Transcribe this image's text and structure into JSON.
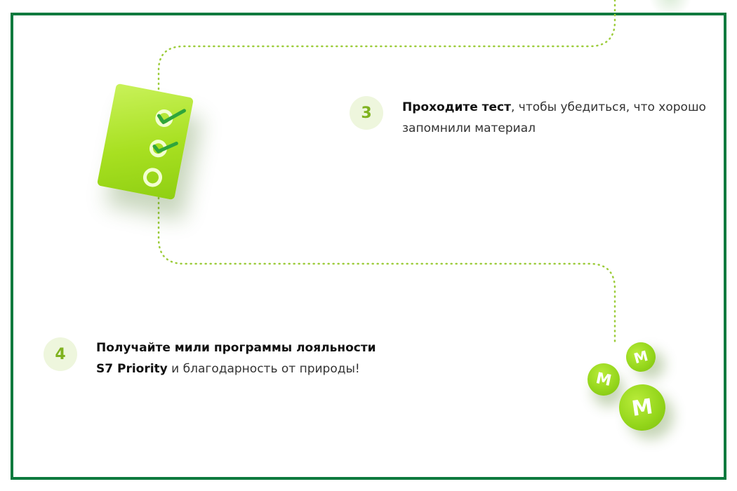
{
  "steps": [
    {
      "number": "3",
      "title": "Проходите тест",
      "rest_line1": ", чтобы убедиться, что хорошо",
      "line2": "запомнили материал",
      "icon": "checklist-card-icon"
    },
    {
      "number": "4",
      "title_line1": "Получайте мили программы лояльности",
      "title_line2": "S7 Priority",
      "rest_line2": " и благодарность от природы!",
      "icon": "miles-coins-icon"
    }
  ],
  "coins": {
    "glyph": "M"
  },
  "colors": {
    "frame": "#0d7a3e",
    "accent": "#8fcf12",
    "step_circle_bg": "#eef6dd",
    "step_number": "#7fb21f",
    "path_dots": "#9ccc3a"
  }
}
